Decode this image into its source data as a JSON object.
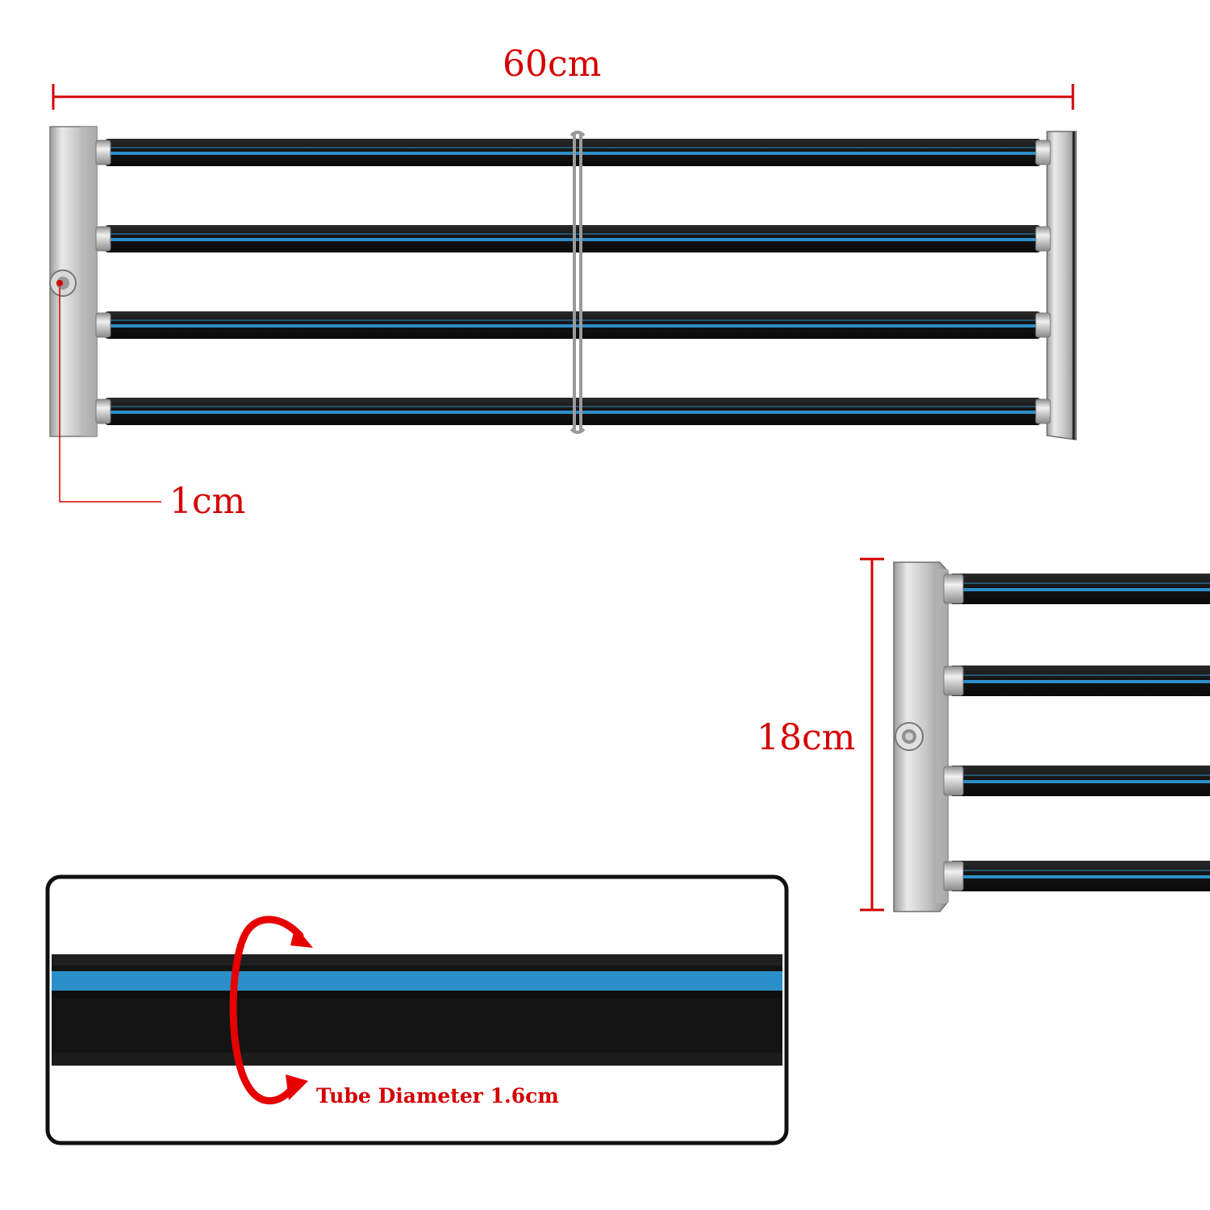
{
  "dimensions": {
    "width": "60cm",
    "inlet": "1cm",
    "height": "18cm",
    "tube_diameter": "Tube Diameter 1.6cm"
  },
  "colors": {
    "annotation_red": "#d40000",
    "tube_black": "#141414",
    "stripe_blue": "#2b8fc9",
    "steel": "#c9c9c9",
    "frame_outline": "#111111"
  },
  "icons": {
    "rotation_arrow": "circular-arrow-icon"
  }
}
